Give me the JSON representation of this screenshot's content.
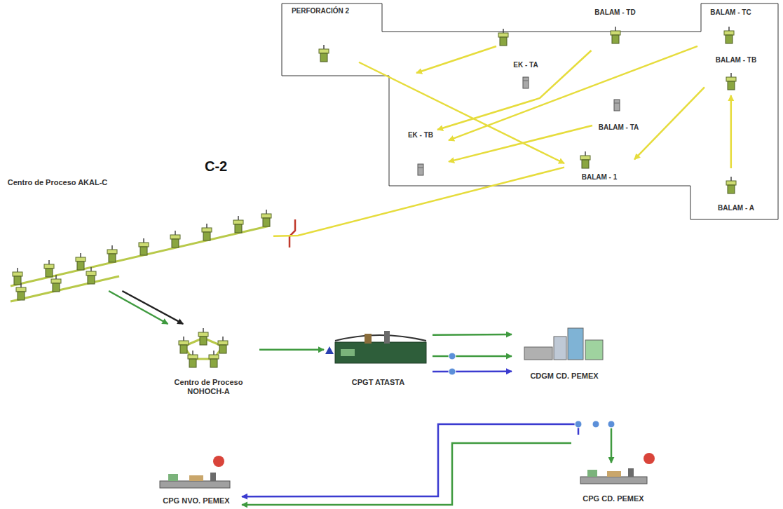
{
  "diagram": {
    "nodes": [
      {
        "text": [
          "PERFORACIÓN 2"
        ]
      },
      {
        "text": [
          "BALAM - TD"
        ]
      },
      {
        "text": [
          "BALAM - TC"
        ]
      },
      {
        "text": [
          "EK - TA"
        ]
      },
      {
        "text": [
          "BALAM - TB"
        ]
      },
      {
        "text": [
          "BALAM - TA"
        ]
      },
      {
        "text": [
          "EK - TB"
        ]
      },
      {
        "text": [
          "BALAM - 1"
        ]
      },
      {
        "text": [
          "BALAM - A"
        ]
      },
      {
        "text": [
          "Centro de Proceso AKAL-C"
        ]
      },
      {
        "text": [
          "Centro de Proceso NOHOCH-A"
        ]
      },
      {
        "text": [
          "CPGT ATASTA"
        ]
      },
      {
        "text": [
          "CDGM CD. PEMEX"
        ]
      },
      {
        "text": [
          "CPG NVO. PEMEX"
        ]
      },
      {
        "text": [
          "CPG CD. PEMEX"
        ]
      }
    ],
    "edges": [
      {
        "from": 0,
        "to": 7,
        "arrow": "to"
      },
      {
        "from": 1,
        "to": 6,
        "arrow": "to"
      },
      {
        "from": 2,
        "to": 6,
        "arrow": "to"
      },
      {
        "from": 5,
        "to": 6,
        "arrow": "to"
      },
      {
        "from": 4,
        "to": 7,
        "arrow": "to"
      },
      {
        "from": 8,
        "to": 4,
        "arrow": "to"
      },
      {
        "from": 7,
        "to": 9,
        "arrow": "none"
      },
      {
        "from": 9,
        "to": 10,
        "arrow": "to"
      },
      {
        "from": 9,
        "to": 10,
        "arrow": "to"
      },
      {
        "from": 10,
        "to": 11,
        "arrow": "to"
      },
      {
        "from": 11,
        "to": 12,
        "arrow": "to"
      },
      {
        "from": 11,
        "to": 12,
        "arrow": "to"
      },
      {
        "from": 11,
        "to": 12,
        "arrow": "to"
      },
      {
        "from": 14,
        "to": 13,
        "arrow": "to"
      },
      {
        "from": 14,
        "to": 13,
        "arrow": "to"
      }
    ],
    "labels": [
      "C-2"
    ]
  }
}
